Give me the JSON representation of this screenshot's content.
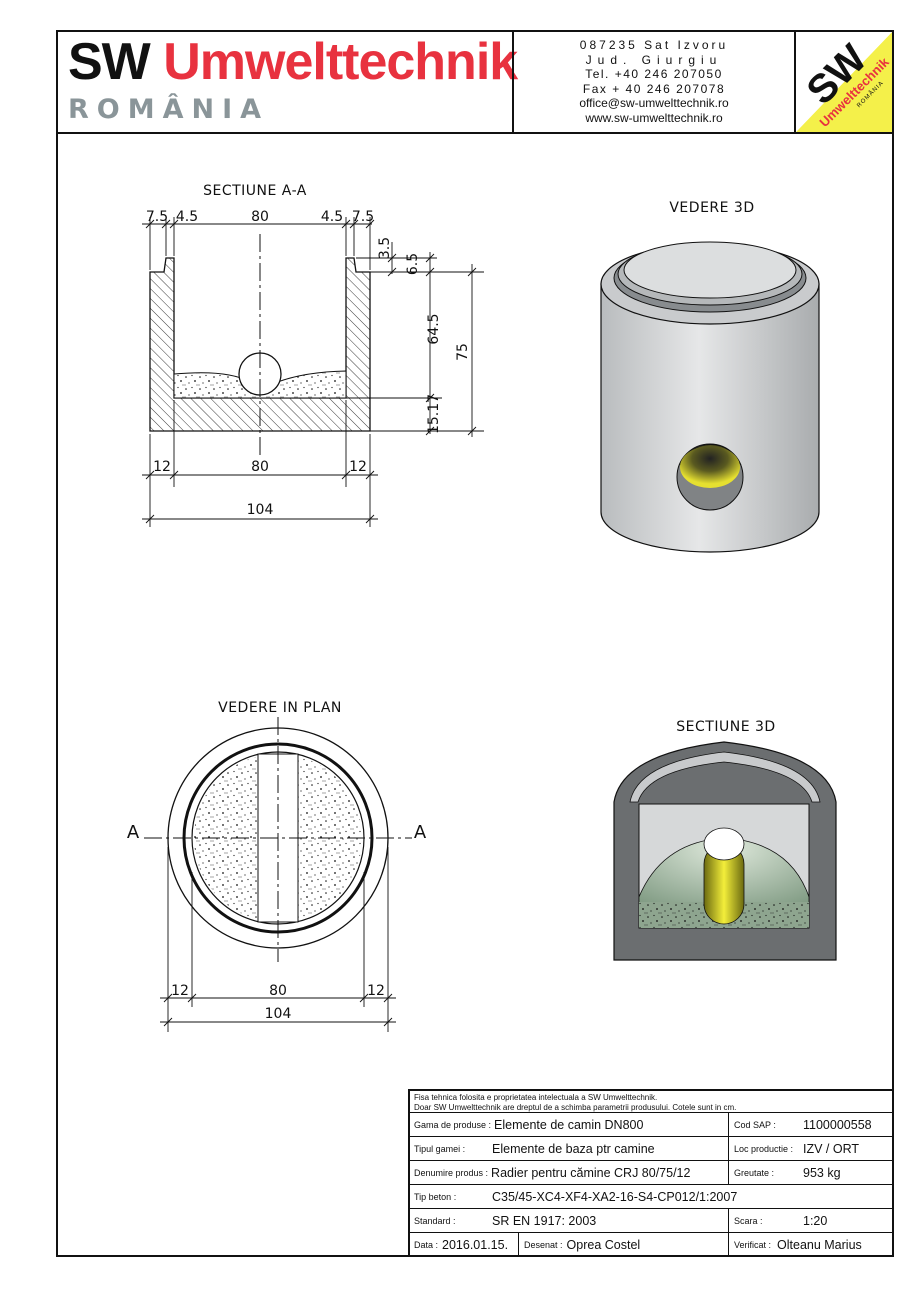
{
  "header": {
    "brand_sw": "SW",
    "brand_umwelt": "Umwelttechnik",
    "brand_country": "ROMÂNIA",
    "contact": [
      "087235 Sat Izvoru",
      "Jud. Giurgiu",
      "Tel. +40 246 207050",
      "Fax + 40 246 207078",
      "office@sw-umwelttechnik.ro",
      "www.sw-umwelttechnik.ro"
    ],
    "logo_big": "SW",
    "logo_small": "Umwelttechnik",
    "logo_country": "ROMÂNIA"
  },
  "drawings": {
    "section_title": "SECTIUNE A-A",
    "view3d_title": "VEDERE 3D",
    "plan_title": "VEDERE IN PLAN",
    "section3d_title": "SECTIUNE 3D",
    "section_dims": {
      "top_left_a": "7.5",
      "top_left_b": "4.5",
      "top_mid": "80",
      "top_right_b": "4.5",
      "top_right_a": "7.5",
      "right_a": "3.5",
      "right_b": "6.5",
      "right_c": "64.5",
      "right_d": "15.17",
      "right_total": "75",
      "bottom_left": "12",
      "bottom_mid": "80",
      "bottom_right": "12",
      "bottom_total": "104"
    },
    "plan_dims": {
      "marker_left": "A",
      "marker_right": "A",
      "left": "12",
      "mid": "80",
      "right": "12",
      "total": "104"
    }
  },
  "title_block": {
    "note_line1": "Fisa tehnica folosita e proprietatea intelectuala a SW Umwelttechnik.",
    "note_line2": "Doar SW Umwelttechnik are dreptul de a schimba parametrii produsului. Cotele sunt in cm.",
    "gama_label": "Gama de produse :",
    "gama_value": "Elemente de camin DN800",
    "sap_label": "Cod SAP :",
    "sap_value": "1100000558",
    "tip_gamei_label": "Tipul gamei :",
    "tip_gamei_value": "Elemente de baza ptr camine",
    "loc_label": "Loc productie :",
    "loc_value": "IZV / ORT",
    "denumire_label": "Denumire produs :",
    "denumire_value": "Radier pentru cămine CRJ 80/75/12",
    "greutate_label": "Greutate :",
    "greutate_value": "953 kg",
    "beton_label": "Tip beton :",
    "beton_value": "C35/45-XC4-XF4-XA2-16-S4-CP012/1:2007",
    "standard_label": "Standard :",
    "standard_value": "SR EN 1917: 2003",
    "scara_label": "Scara :",
    "scara_value": "1:20",
    "data_label": "Data :",
    "data_value": "2016.01.15.",
    "desenat_label": "Desenat :",
    "desenat_value": "Oprea Costel",
    "verificat_label": "Verificat :",
    "verificat_value": "Olteanu Marius"
  }
}
